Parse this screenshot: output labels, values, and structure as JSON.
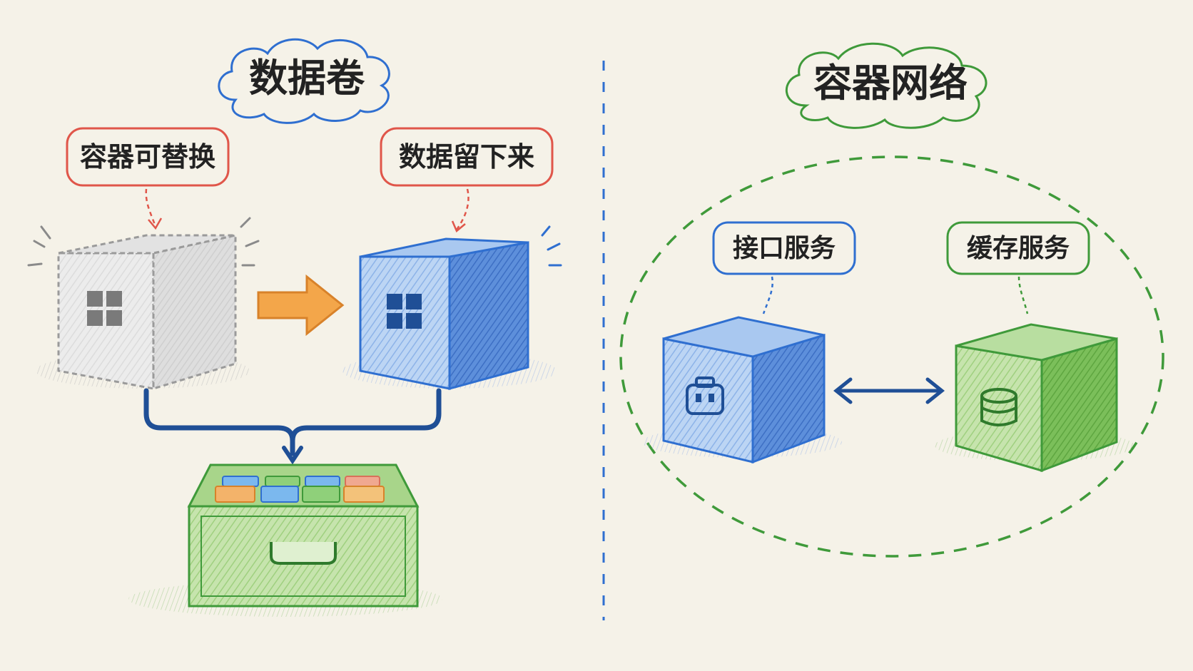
{
  "left_panel": {
    "title": "数据卷",
    "label_replaceable": "容器可替换",
    "label_data_stays": "数据留下来"
  },
  "right_panel": {
    "title": "容器网络",
    "label_api_service": "接口服务",
    "label_cache_service": "缓存服务"
  },
  "colors": {
    "background": "#f5f2e8",
    "blue": "#2f6fd0",
    "green": "#3f9a3a",
    "red": "#e0564a",
    "orange": "#f0a040",
    "gray": "#9a9a9a",
    "navy": "#1f4f96"
  },
  "icons": {
    "container_icon": "window-grid-icon",
    "api_icon": "robot-plug-icon",
    "cache_icon": "database-icon",
    "arrow_swap": "orange-right-arrow",
    "arrow_link": "double-headed-arrow"
  }
}
